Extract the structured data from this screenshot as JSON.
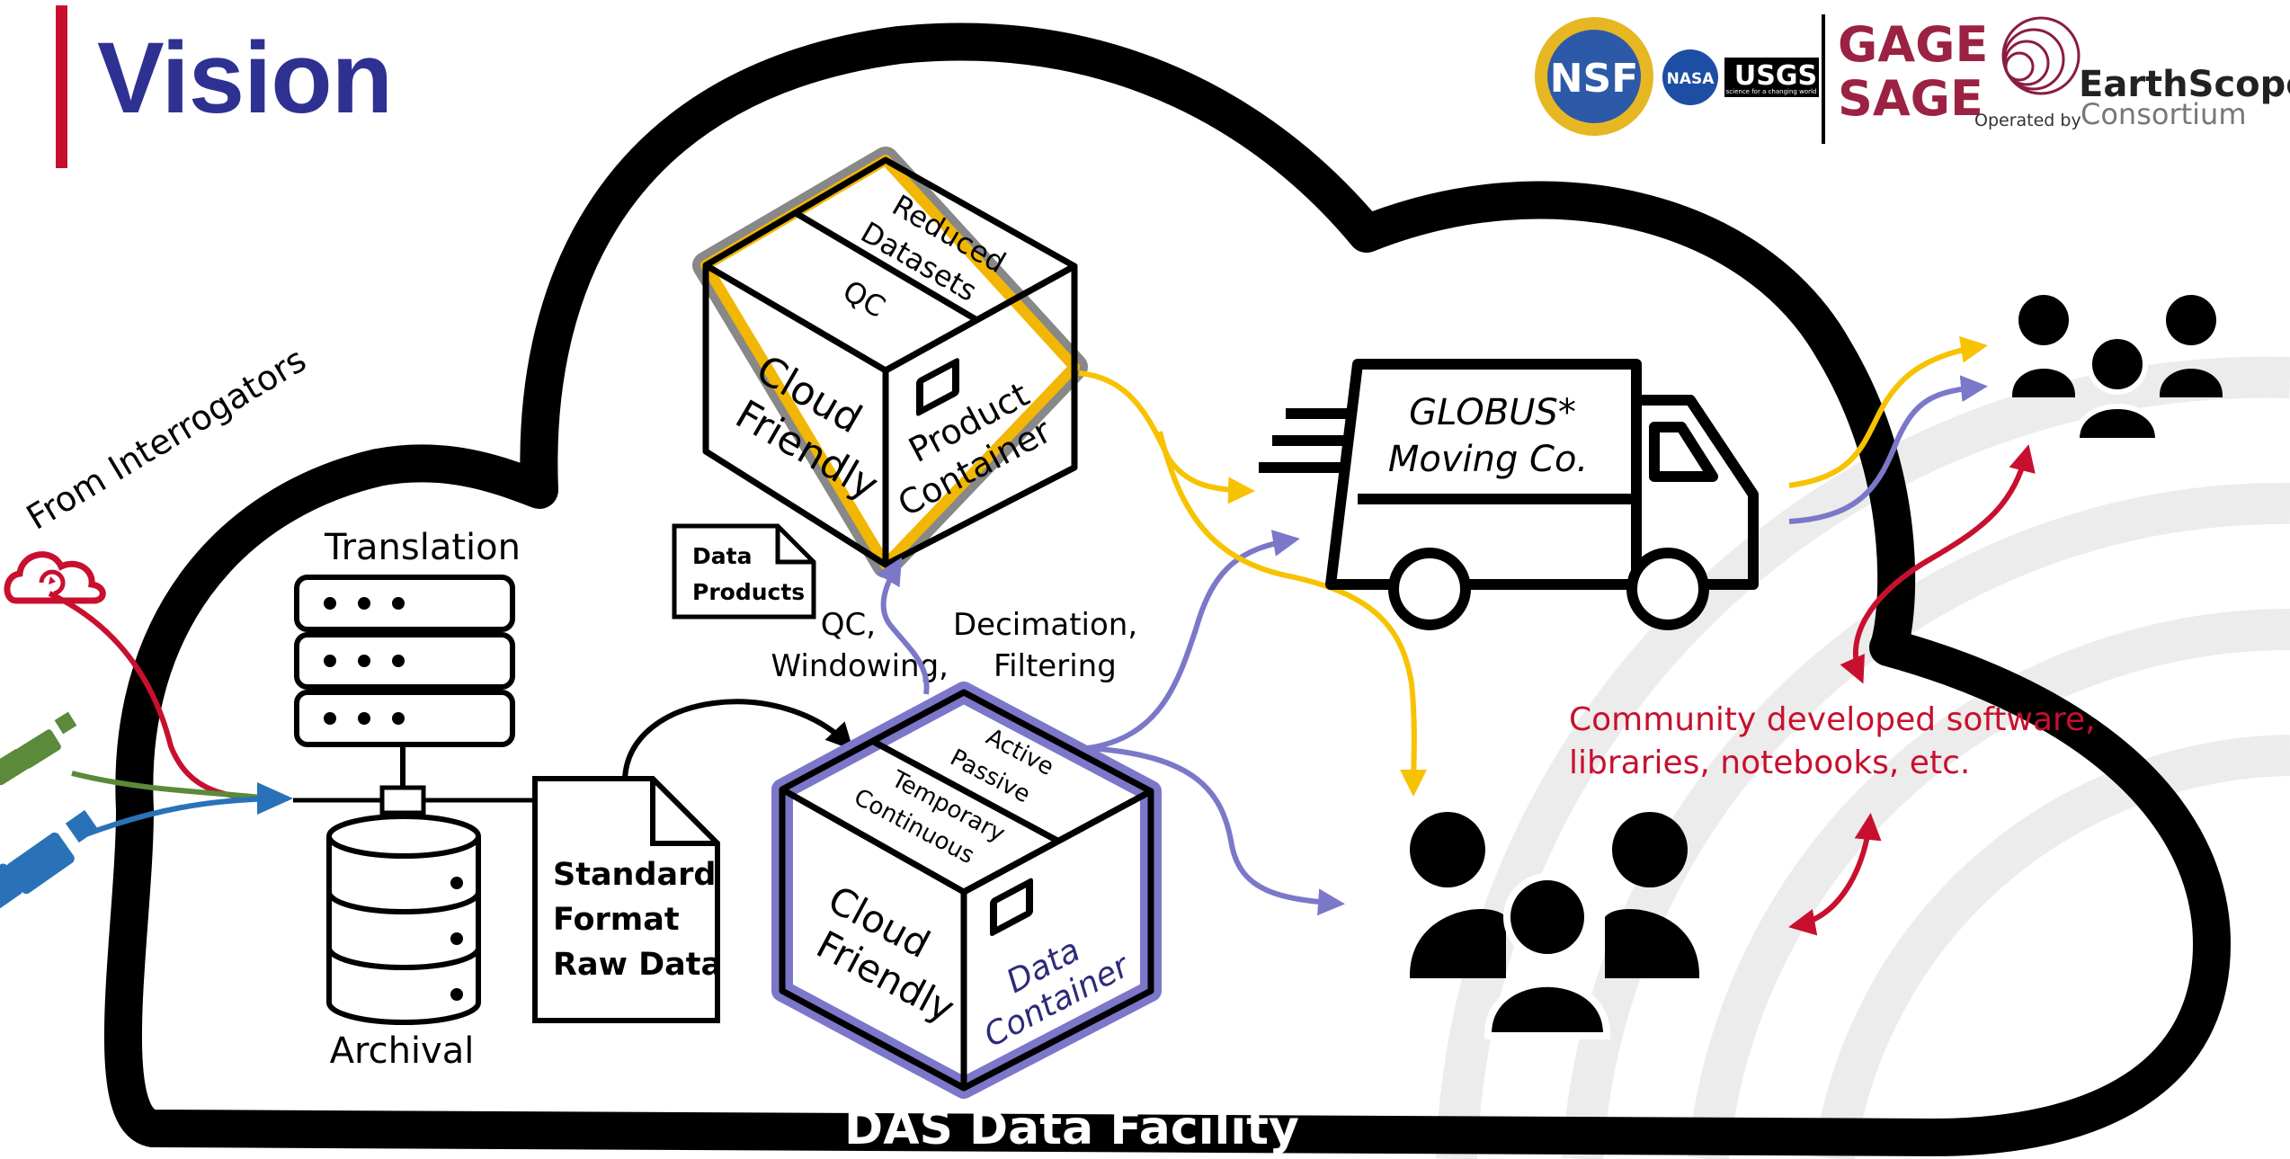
{
  "page": {
    "title": "Vision"
  },
  "logos": {
    "nsf": "NSF",
    "nasa": "NASA",
    "usgs": "USGS",
    "usgs_tagline": "science for a changing world",
    "gage": "GAGE",
    "sage": "SAGE",
    "operated_by": "Operated by",
    "earthscope_line1": "EarthScope",
    "earthscope_line2": "Consortium"
  },
  "labels": {
    "from_interrogators": "From Interrogators",
    "translation": "Translation",
    "archival": "Archival",
    "standard_format_1": "Standard",
    "standard_format_2": "Format",
    "standard_format_3": "Raw Data",
    "data_products_1": "Data",
    "data_products_2": "Products",
    "qc_windowing_1": "QC,",
    "qc_windowing_2": "Windowing,",
    "decimation_1": "Decimation,",
    "decimation_2": "Filtering",
    "facility": "DAS Data Facility",
    "community_1": "Community developed software,",
    "community_2": "libraries, notebooks, etc."
  },
  "product_box": {
    "top_left": "QC",
    "top_right_1": "Reduced",
    "top_right_2": "Datasets",
    "front_1": "Cloud",
    "front_2": "Friendly",
    "side_1": "Product",
    "side_2": "Container",
    "color": "#f2b705"
  },
  "data_box": {
    "top_left_1": "Temporary",
    "top_left_2": "Continuous",
    "top_right_1": "Active",
    "top_right_2": "Passive",
    "front_1": "Cloud",
    "front_2": "Friendly",
    "side_1": "Data",
    "side_2": "Container",
    "color": "#7b78c9"
  },
  "truck": {
    "line1": "GLOBUS*",
    "line2": "Moving Co."
  },
  "colors": {
    "title": "#2e3192",
    "accent_red": "#c8102e",
    "yellow": "#f7c200",
    "purple": "#7b78c9",
    "green": "#5a8a3a",
    "blue": "#2a72b8",
    "earthscope_maroon": "#8a1d3f"
  },
  "icons": [
    "cloud-sync-icon",
    "usb-drive-icon",
    "server-rack-icon",
    "database-icon",
    "document-icon",
    "truck-icon",
    "people-group-icon"
  ]
}
